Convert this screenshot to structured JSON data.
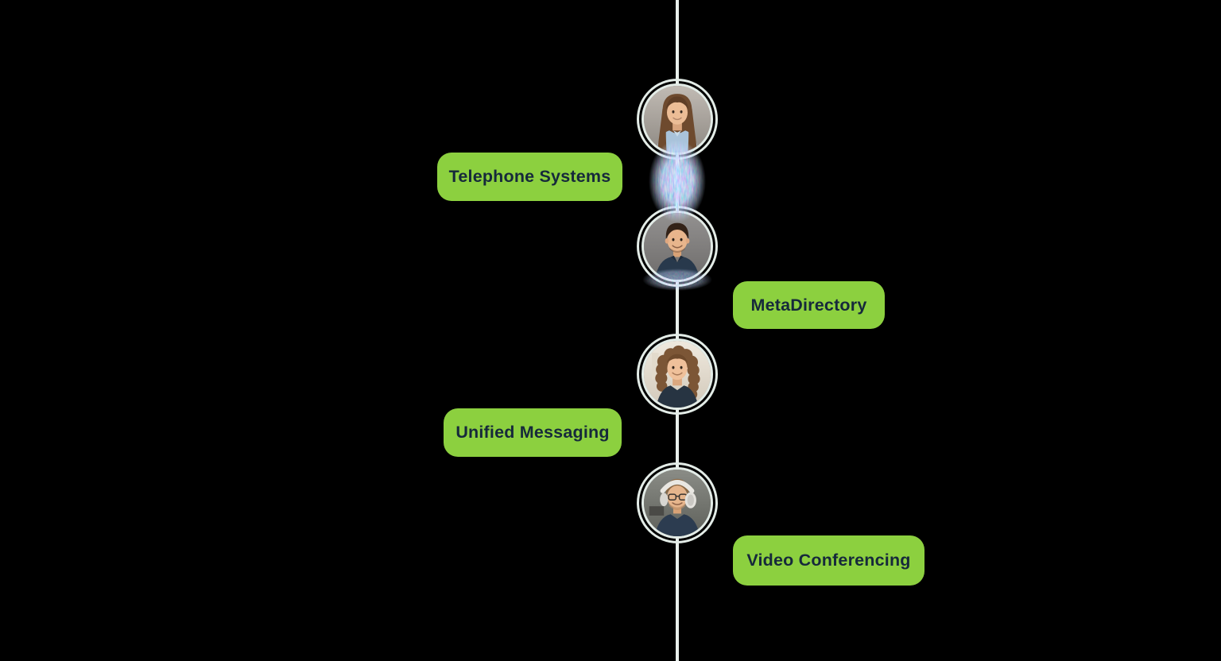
{
  "page": {
    "background": "#000000"
  },
  "timeline": {
    "orientation": "vertical",
    "line_color": "#E9F0EC",
    "ring_color": "#E3ECE7",
    "accent_color": "#8CD03F",
    "label_text_color": "#16293B",
    "nodes": [
      {
        "id": "telephone-systems",
        "label": "Telephone Systems",
        "side": "left",
        "avatar": "woman-long-brown-hair-blue-shirt"
      },
      {
        "id": "metadirectory",
        "label": "MetaDirectory",
        "side": "right",
        "avatar": "man-short-dark-hair-navy-shirt"
      },
      {
        "id": "unified-messaging",
        "label": "Unified Messaging",
        "side": "left",
        "avatar": "woman-curly-hair-dark-top"
      },
      {
        "id": "video-conferencing",
        "label": "Video Conferencing",
        "side": "right",
        "avatar": "man-headphones-glasses"
      }
    ],
    "effect": {
      "name": "data-stream-glitter",
      "colors": [
        "#7FA7F2",
        "#8F7CF0",
        "#FFFFFF"
      ],
      "between": [
        "telephone-systems",
        "metadirectory"
      ]
    }
  }
}
